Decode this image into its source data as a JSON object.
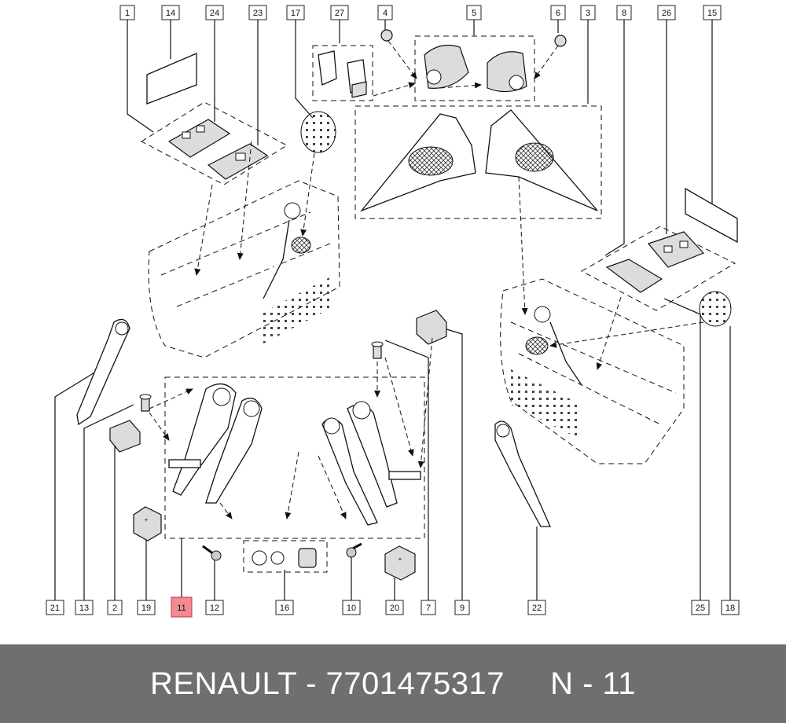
{
  "footer": {
    "brand": "RENAULT",
    "separator": " - ",
    "part_number": "7701475317",
    "position_label": "N - 11"
  },
  "diagram": {
    "highlighted_callout": "11",
    "highlight_color": "#f08b94",
    "footer_background": "#6f6f6f",
    "top_callouts": [
      "1",
      "14",
      "24",
      "23",
      "17",
      "27",
      "4",
      "5",
      "6",
      "3",
      "8",
      "26",
      "15"
    ],
    "bottom_callouts": [
      "21",
      "13",
      "2",
      "19",
      "11",
      "12",
      "16",
      "10",
      "20",
      "7",
      "9",
      "22",
      "25",
      "18"
    ]
  }
}
